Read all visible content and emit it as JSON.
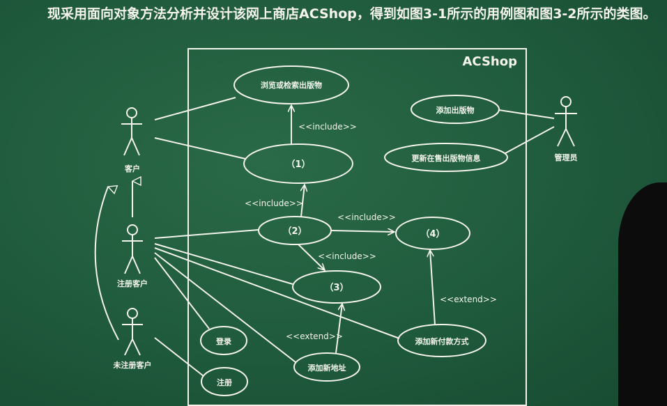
{
  "intro_text": "现采用面向对象方法分析并设计该网上商店ACShop，得到如图3-1所示的用例图和图3-2所示的类图。",
  "diagram": {
    "system_name": "ACShop",
    "actors": {
      "customer": "客户",
      "registered": "注册客户",
      "unregistered": "未注册客户",
      "admin": "管理员"
    },
    "use_cases": {
      "browse": "浏览或检索出版物",
      "uc1": "（1）",
      "uc2": "（2）",
      "uc3": "（3）",
      "uc4": "（4）",
      "login": "登录",
      "register": "注册",
      "add_address": "添加新地址",
      "add_payment": "添加新付款方式",
      "add_pub": "添加出版物",
      "update_pub": "更新在售出版物信息"
    },
    "relations": {
      "include": "<<include>>",
      "extend": "<<extend>>"
    }
  },
  "colors": {
    "board": "#1f5a3c",
    "chalk": "#f4f4ec"
  }
}
